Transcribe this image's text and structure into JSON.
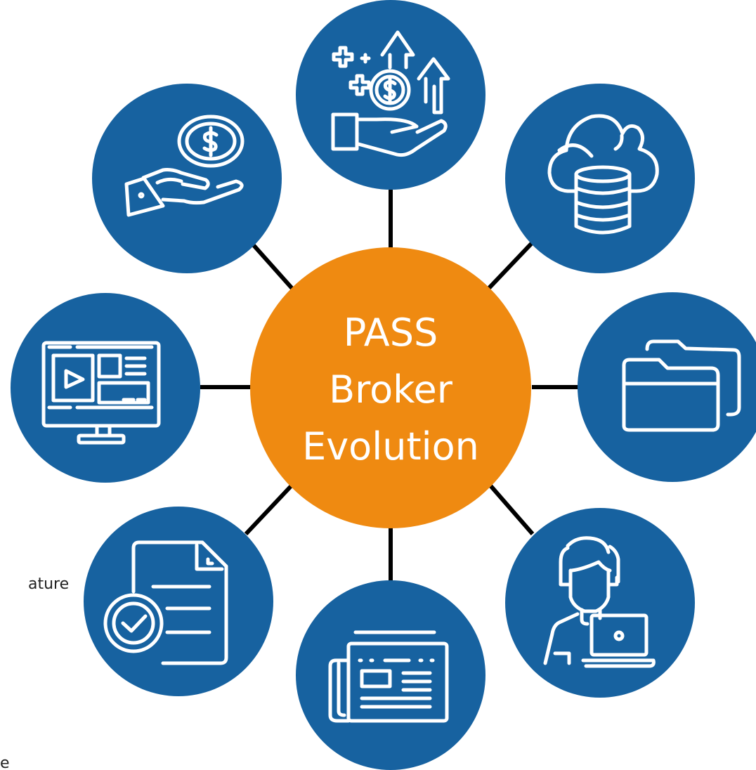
{
  "colors": {
    "node": "#1762a0",
    "hub": "#ef8a11",
    "connector": "#000000",
    "icon": "#ffffff"
  },
  "hub": {
    "lines": [
      "PASS",
      "Broker",
      "Evolution"
    ]
  },
  "cut_off_text": {
    "line1": "ature",
    "line2": "e"
  },
  "nodes": [
    {
      "position": "top",
      "icon": "money-growth-icon"
    },
    {
      "position": "top-left",
      "icon": "hand-coin-icon"
    },
    {
      "position": "top-right",
      "icon": "cloud-database-icon"
    },
    {
      "position": "left",
      "icon": "monitor-dashboard-icon"
    },
    {
      "position": "right",
      "icon": "folder-icon"
    },
    {
      "position": "bottom-left",
      "icon": "document-check-icon"
    },
    {
      "position": "bottom",
      "icon": "newspaper-icon"
    },
    {
      "position": "bottom-right",
      "icon": "person-laptop-icon"
    }
  ]
}
